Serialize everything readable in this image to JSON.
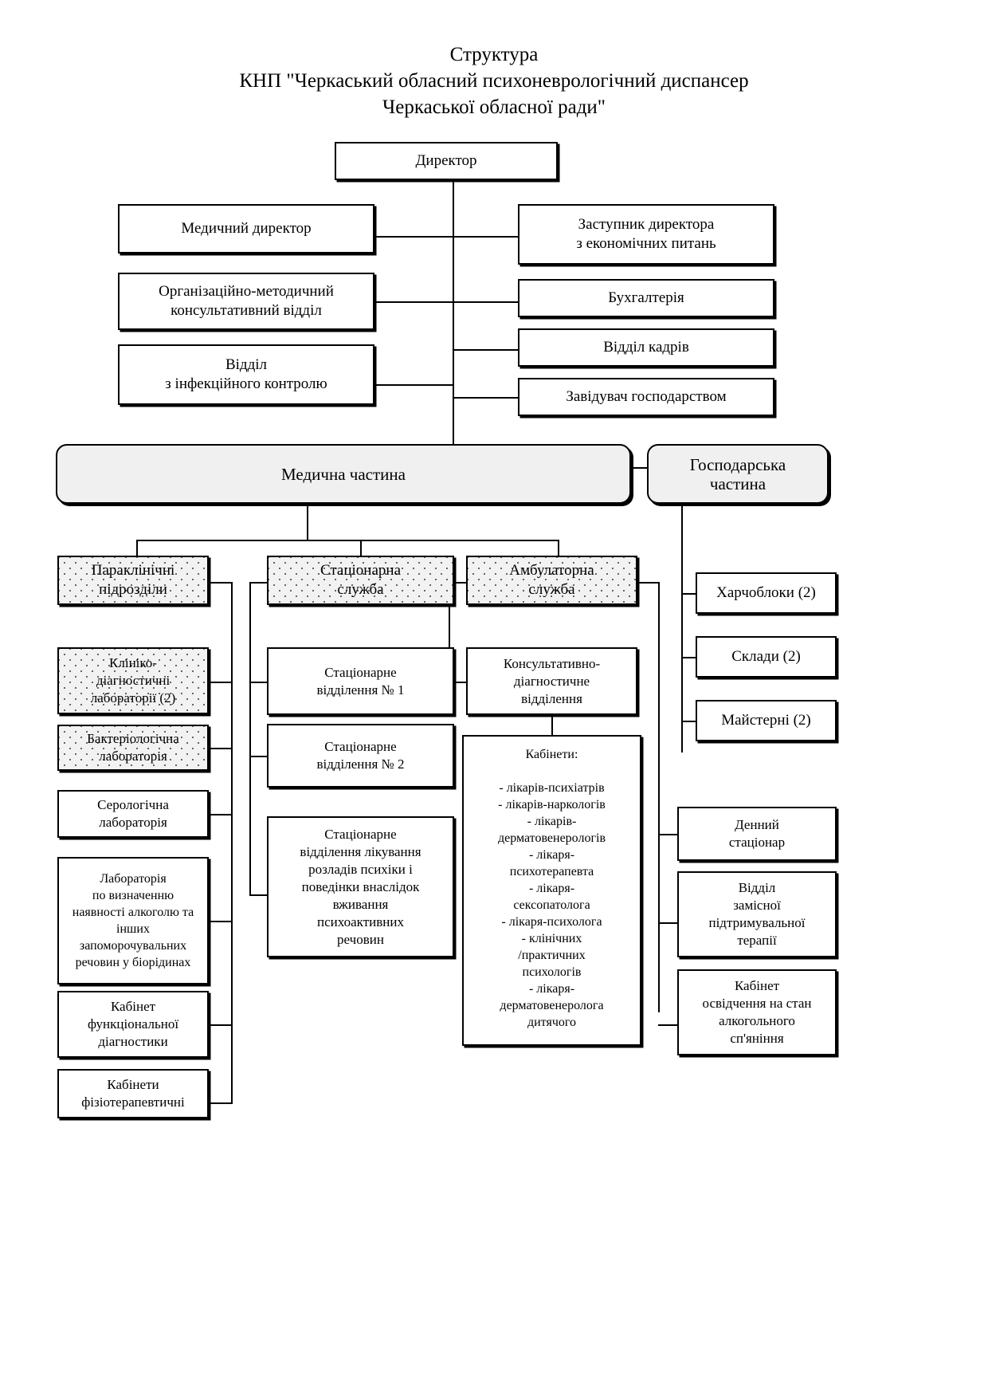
{
  "title": {
    "line1": "Структура",
    "line2": "КНП \"Черкаський обласний психоневрологічний диспансер",
    "line3": "Черкаської обласної ради\""
  },
  "nodes": {
    "director": "Директор",
    "medical_director": "Медичний директор",
    "deputy_economics": "Заступник директора\nз економічних питань",
    "org_method_dept": "Організаційно-методичний\nконсультативний відділ",
    "accounting": "Бухгалтерія",
    "infection_control": "Відділ\nз інфекційного контролю",
    "hr_dept": "Відділ кадрів",
    "facility_manager": "Завідувач господарством",
    "medical_part": "Медична частина",
    "economic_part": "Господарська\nчастина",
    "paraclinical": "Параклінічні\nпідрозділи",
    "inpatient_service": "Стаціонарна\nслужба",
    "outpatient_service": "Амбулаторна\nслужба",
    "clinical_labs": "Клініко-\nдіагностичні\nлабораторії (2)",
    "bacteriology_lab": "Бактеріологічна\nлабораторія",
    "serology_lab": "Серологічна\nлабораторія",
    "alcohol_lab": "Лабораторія\nпо визначенню\nнаявності алкоголю та\nінших\nзапоморочувальних\nречовин у біорідинах",
    "functional_diagnostics": "Кабінет\nфункціональної\nдіагностики",
    "physiotherapy_rooms": "Кабінети\nфізіотерапевтичні",
    "inpatient_dept_1": "Стаціонарне\nвідділення № 1",
    "inpatient_dept_2": "Стаціонарне\nвідділення № 2",
    "inpatient_dept_psychoactive": "Стаціонарне\nвідділення лікування\nрозладів психіки і\nповедінки внаслідок\nвживання\nпсихоактивних\nречовин",
    "consult_diagnostic_dept": "Консультативно-\nдіагностичне\nвідділення",
    "cabinets_list": "Кабінети:\n\n- лікарів-психіатрів\n- лікарів-наркологів\n- лікарів-\nдерматовенерологів\n- лікаря-\nпсихотерапевта\n- лікаря-\nсексопатолога\n- лікаря-психолога\n- клінічних\n/практичних\nпсихологів\n- лікаря-\nдерматовенеролога\nдитячого",
    "food_units": "Харчоблоки (2)",
    "warehouses": "Склади (2)",
    "workshops": "Майстерні (2)",
    "day_hospital": "Денний\nстаціонар",
    "substitution_therapy": "Відділ\nзамісної\nпідтримувальної\nтерапії",
    "intoxication_exam_room": "Кабінет\nосвідчення на стан\nалкогольного\nсп'яніння"
  },
  "colors": {
    "line": "#000000",
    "box_fill": "#ffffff",
    "shaded_fill": "#f0f0f0",
    "dotted_fill": "#f2f2f2",
    "text": "#000000"
  }
}
